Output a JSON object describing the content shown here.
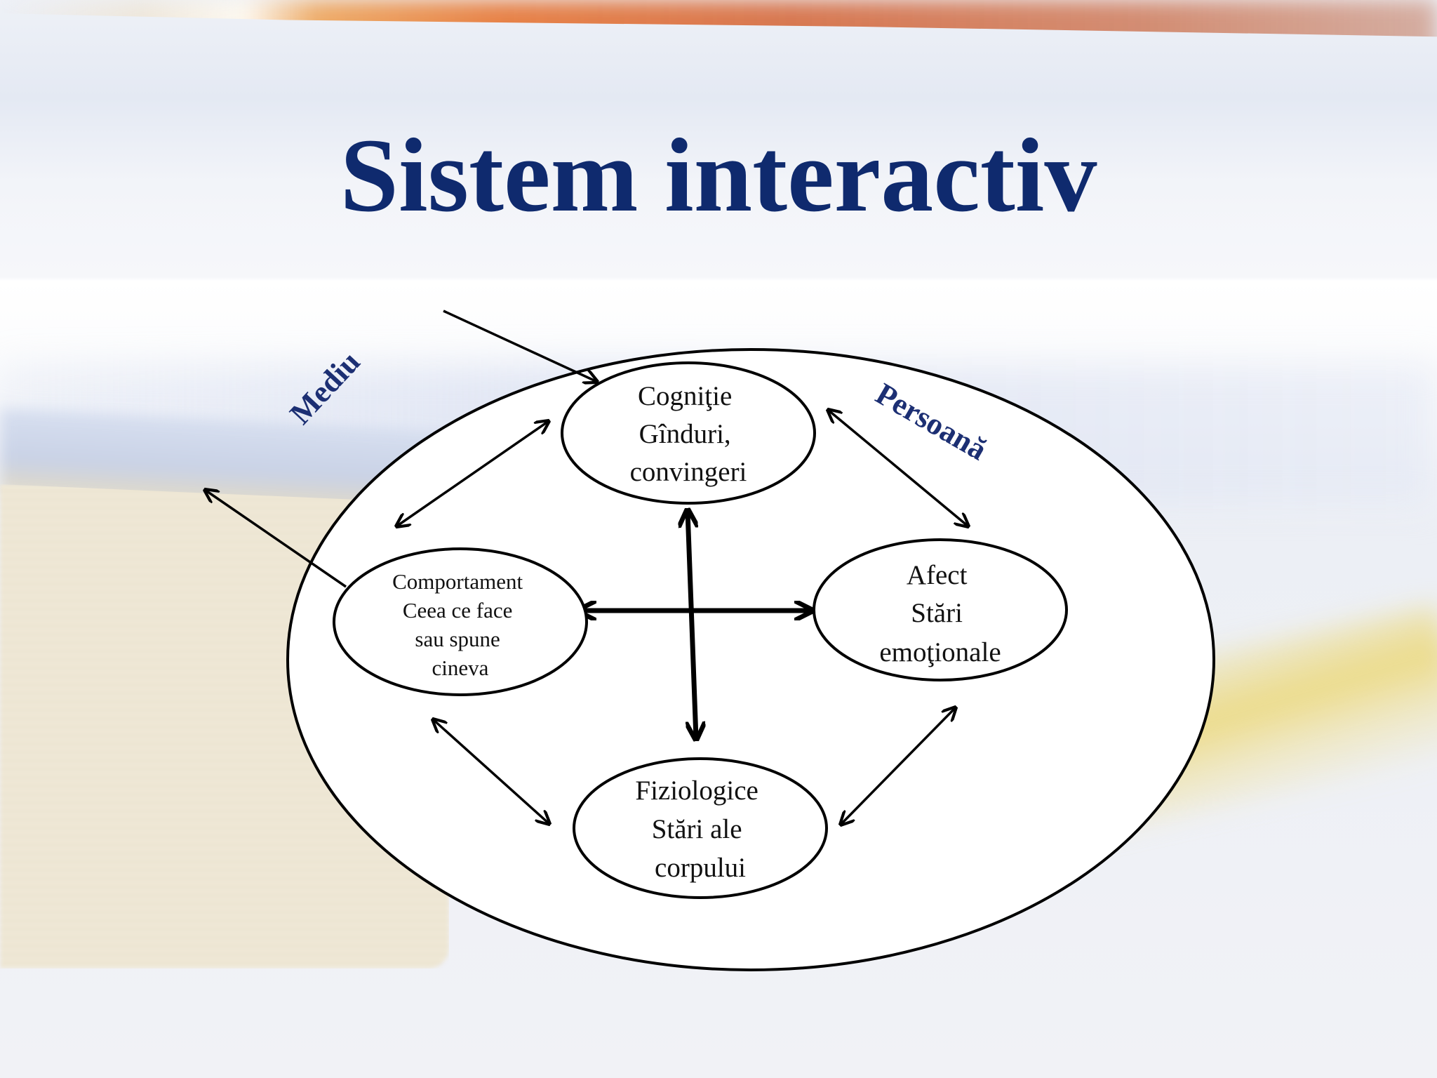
{
  "slide": {
    "title": "Sistem interactiv"
  },
  "diagram": {
    "outer_labels": {
      "environment": "Mediu",
      "person": "Persoană"
    },
    "nodes": {
      "cognition": [
        "Cogniţie",
        "Gînduri,",
        "convingeri"
      ],
      "behavior": [
        "Comportament",
        "Ceea ce face",
        "sau spune",
        "cineva"
      ],
      "affect": [
        "Afect",
        "Stări",
        "emoţionale"
      ],
      "physiology": [
        "Fiziologice",
        "Stări ale",
        "corpului"
      ]
    }
  }
}
